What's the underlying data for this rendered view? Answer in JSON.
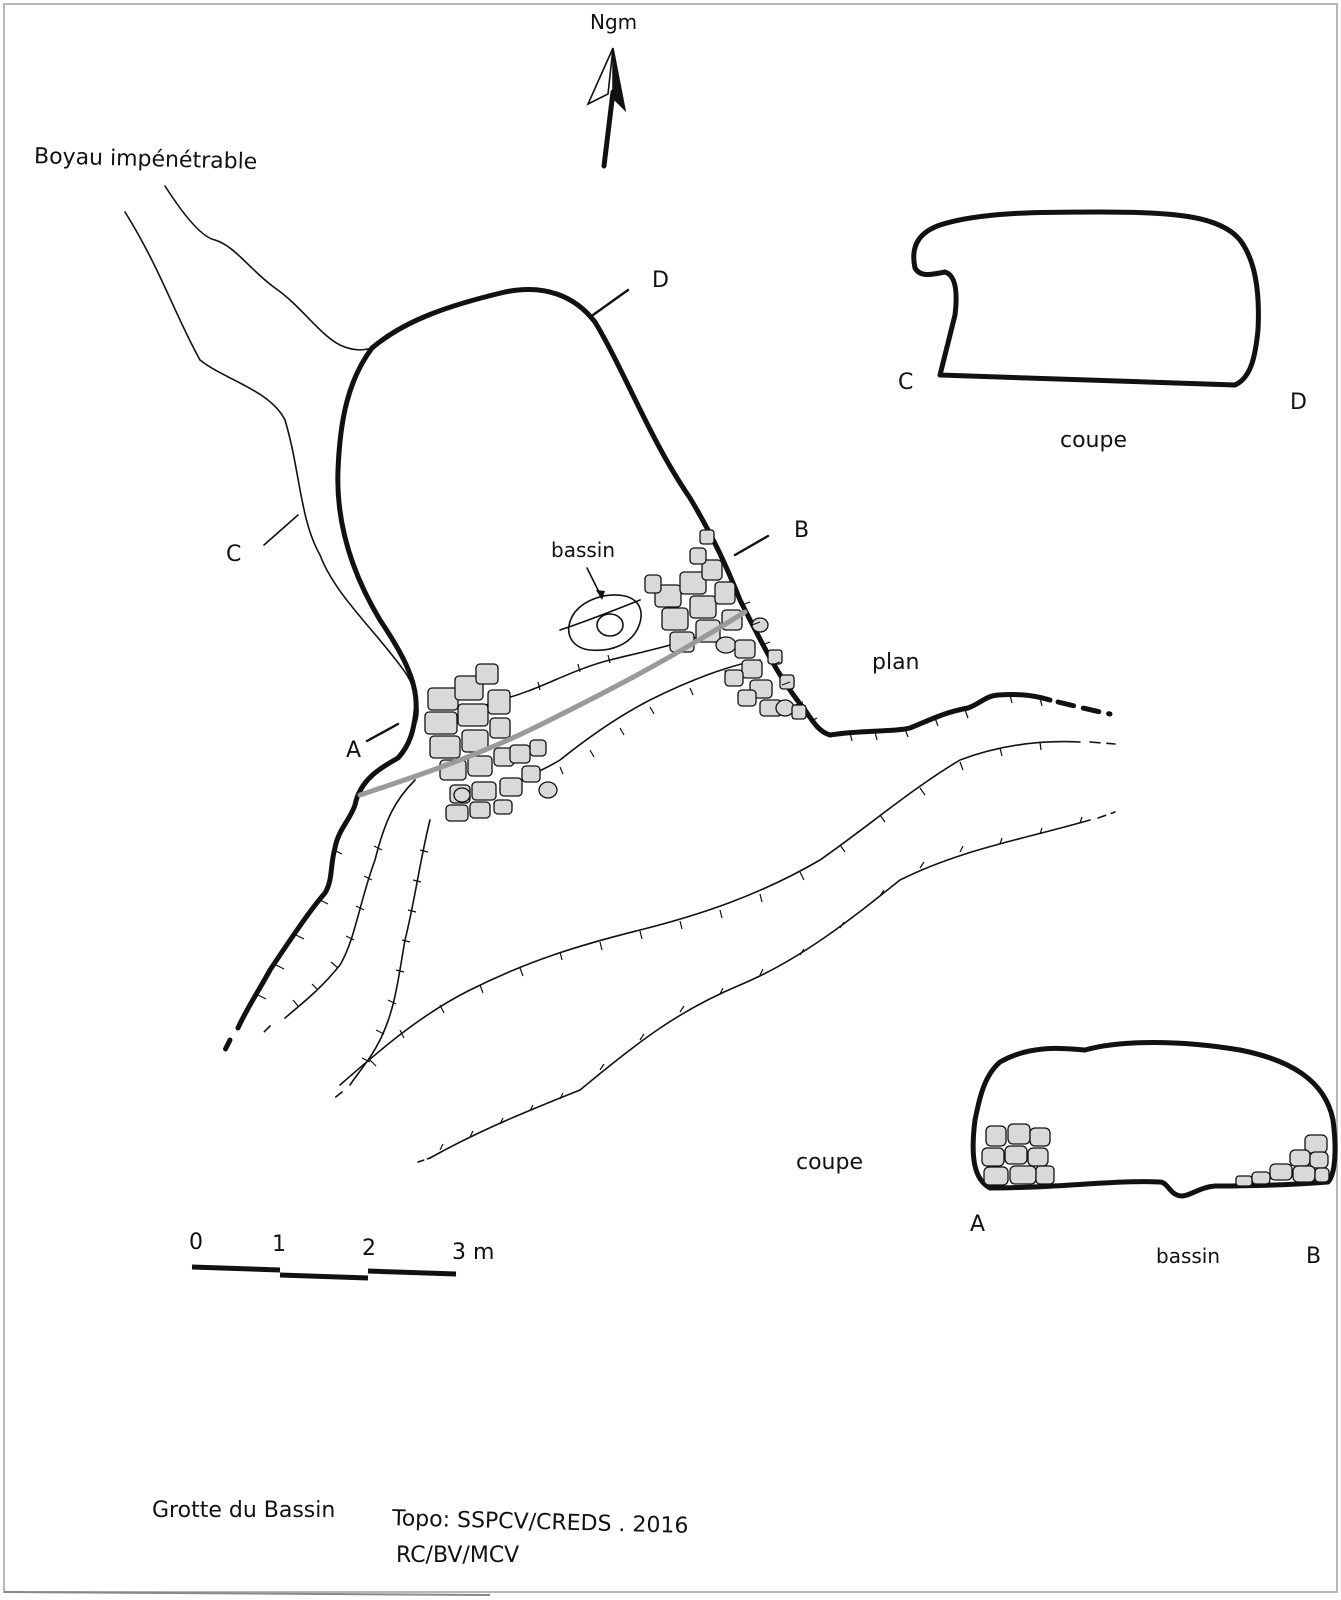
{
  "north": {
    "label": "Ngm",
    "icon": "north-arrow-icon"
  },
  "labels": {
    "boyau": "Boyau impénétrable",
    "d_plan": "D",
    "c_plan": "C",
    "b_plan": "B",
    "a_plan": "A",
    "bassin_plan": "bassin",
    "plan": "plan",
    "coupe_cd": "coupe",
    "c_coupe": "C",
    "d_coupe": "D",
    "coupe_ab": "coupe",
    "a_coupe": "A",
    "bassin_coupe": "bassin",
    "b_coupe": "B"
  },
  "scale": {
    "ticks": [
      "0",
      "1",
      "2",
      "3 m"
    ]
  },
  "footer": {
    "title": "Grotte du Bassin",
    "topo": "Topo: SSPCV/CREDS . 2016",
    "authors": "RC/BV/MCV"
  },
  "colors": {
    "ink": "#111111",
    "block_fill": "#d9d9d9",
    "axis_gray": "#9a9a9a",
    "frame": "#b5b5b5"
  }
}
